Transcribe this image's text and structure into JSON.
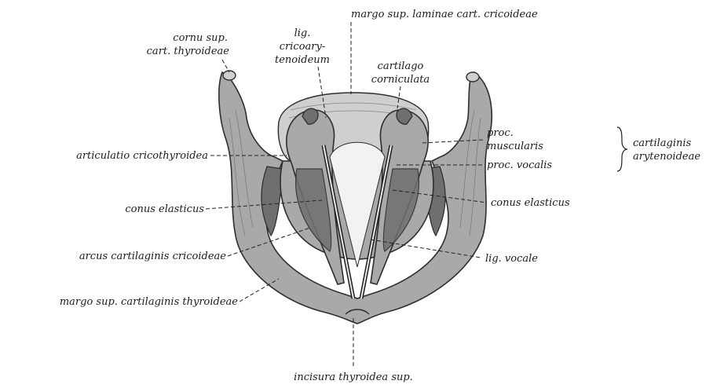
{
  "figure": {
    "labels": {
      "cornu_sup": [
        "cornu sup.",
        "cart. thyroideae"
      ],
      "lig_cricoarytenoideum": [
        "lig.",
        "cricoary-",
        "tenoideum"
      ],
      "margo_sup_laminae": "margo sup. laminae cart. cricoideae",
      "cartilago_corniculata": [
        "cartilago",
        "corniculata"
      ],
      "proc_muscularis": [
        "proc.",
        "muscularis"
      ],
      "cartilagines_arytenoideae": [
        "cartilaginis",
        "arytenoideae"
      ],
      "proc_vocalis": "proc. vocalis",
      "articulatio_cricothyroidea": "articulatio cricothyroidea",
      "conus_elasticus_left": "conus elasticus",
      "conus_elasticus_right": "conus elasticus",
      "arcus_cartilaginis": "arcus cartilaginis cricoideae",
      "lig_vocale": "lig. vocale",
      "margo_sup_thyroideae": "margo sup. cartilaginis thyroideae",
      "incisura_thyroidea": "incisura thyroidea sup."
    },
    "colors": {
      "cartilage": "#a9a9a9",
      "cartilage_light": "#cfcfcf",
      "shadow": "#6f6f6f",
      "ink": "#1c1c1c"
    }
  }
}
